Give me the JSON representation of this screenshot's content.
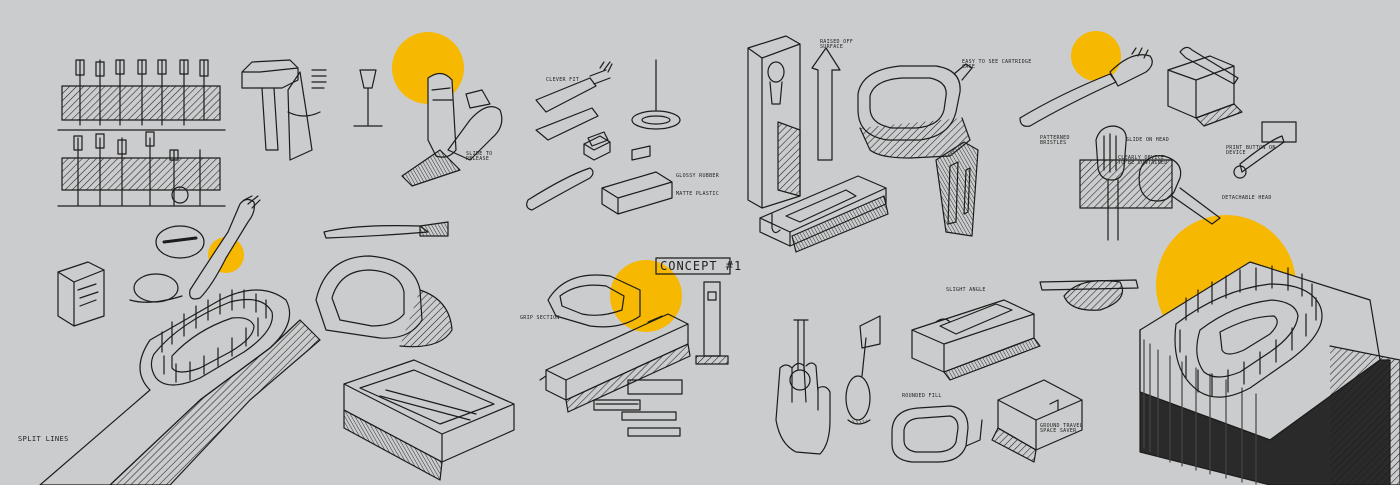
{
  "sheet": {
    "accent_color": "#f6b800",
    "paper_color": "#cbcccd",
    "ink_color": "#1c1c1c",
    "annotations": {
      "split_lines": "SPLIT LINES",
      "concept": "CONCEPT #1",
      "raised_off_surface": "RAISED OFF SURFACE",
      "easy_to_see_cartridge_case": "EASY TO SEE CARTRIDGE CASE",
      "slide_on_head": "SLIDE ON HEAD",
      "clearly_device_that_is_contained": "CLEARLY DEVICE TO BE CONTAINED",
      "detachable_head": "DETACHABLE HEAD",
      "patterned_bristles": "PATTERNED BRISTLES",
      "print_button_on_device": "PRINT BUTTON ON DEVICE",
      "slight_angle": "SLIGHT ANGLE",
      "rounded_fill": "ROUNDED FILL",
      "ground_travel_space_saver": "GROUND TRAVEL SPACE SAVER",
      "glossy_rubber": "GLOSSY RUBBER",
      "slide_to_release": "SLIDE TO RELEASE",
      "matte_plastic": "MATTE PLASTIC",
      "clever_fit": "CLEVER FIT",
      "grip_section": "GRIP SECTION"
    }
  }
}
